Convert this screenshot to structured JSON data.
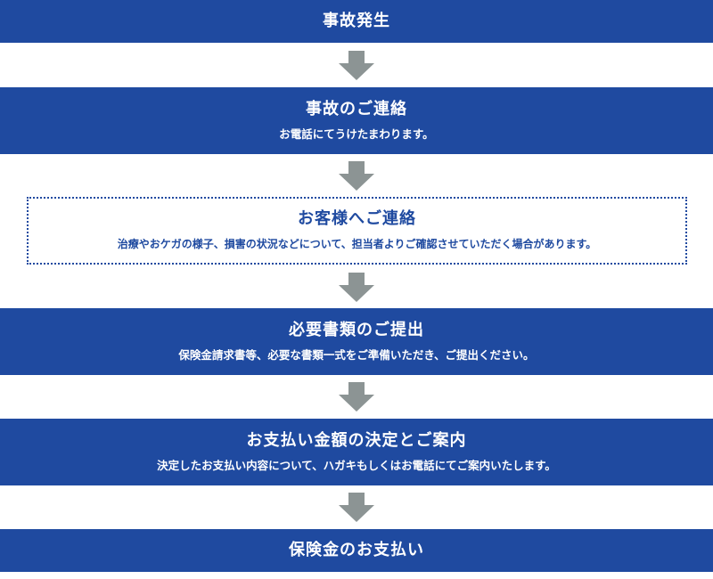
{
  "steps": [
    {
      "title": "事故発生"
    },
    {
      "title": "事故のご連絡",
      "desc": "お電話にてうけたまわります。"
    },
    {
      "title": "お客様へご連絡",
      "desc": "治療やおケガの様子、損害の状況などについて、担当者よりご確認させていただく場合があります。"
    },
    {
      "title": "必要書類のご提出",
      "desc": "保険金請求書等、必要な書類一式をご準備いただき、ご提出ください。"
    },
    {
      "title": "お支払い金額の決定とご案内",
      "desc": "決定したお支払い内容について、ハガキもしくはお電話にてご案内いたします。"
    },
    {
      "title": "保険金のお支払い"
    }
  ],
  "colors": {
    "primary": "#1f4aa0",
    "arrow": "#8c9494",
    "background": "#ffffff"
  }
}
